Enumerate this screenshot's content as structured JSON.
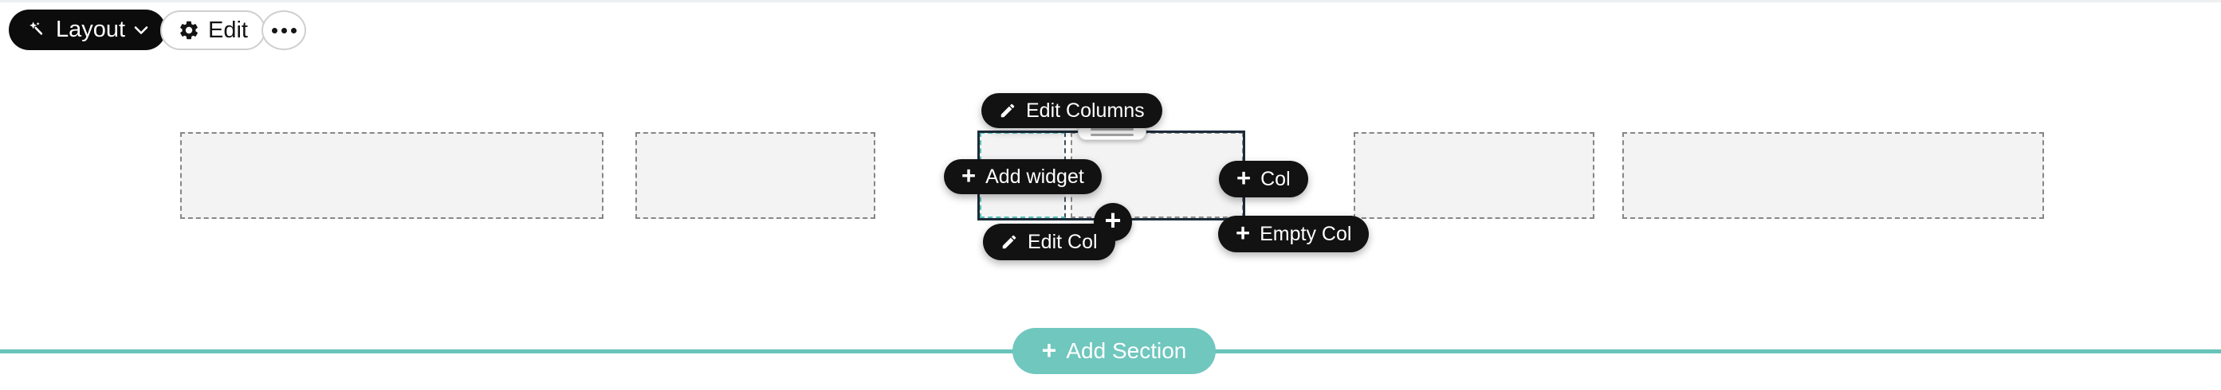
{
  "toolbar": {
    "layout": {
      "label": "Layout"
    },
    "edit": {
      "label": "Edit"
    },
    "more": {
      "icon": "ellipsis-icon"
    }
  },
  "icons": {
    "plus": "+"
  },
  "overlays": {
    "edit_columns": {
      "label": "Edit Columns",
      "icon": "pencil-icon"
    },
    "add_widget": {
      "label": "Add widget",
      "icon": "plus-icon"
    },
    "add_col": {
      "label": "Col",
      "icon": "plus-icon"
    },
    "empty_col": {
      "label": "Empty Col",
      "icon": "plus-icon"
    },
    "edit_col": {
      "label": "Edit Col",
      "icon": "pencil-icon"
    },
    "add_between": {
      "icon": "plus-icon"
    }
  },
  "footer": {
    "add_section": {
      "label": "Add Section",
      "icon": "plus-icon"
    }
  },
  "canvas": {
    "placeholder_count": 5,
    "selected_widget": "columns"
  },
  "colors": {
    "teal_accent": "#68c3ba",
    "teal_button": "#6fc7be",
    "teal_selection_dash": "#54c0b4",
    "dark_pill": "#121212",
    "selection_border": "#1c2b3a",
    "placeholder_fill": "#f3f3f4",
    "placeholder_dash": "#868686",
    "top_strip": "#edeff1"
  }
}
